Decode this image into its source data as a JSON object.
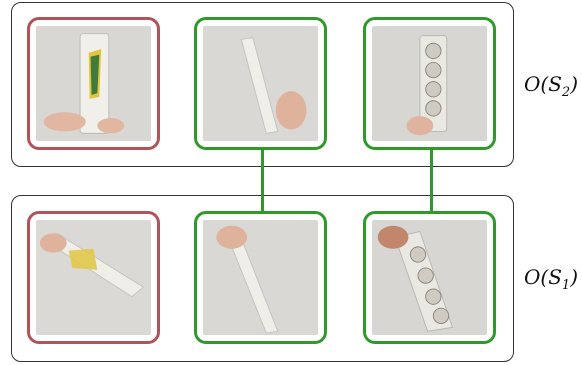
{
  "groups": [
    {
      "id": "top",
      "label_prefix": "O(S",
      "label_sub": "2",
      "label_suffix": ")",
      "tiles": [
        {
          "name": "top-left-photo",
          "frame": "red",
          "content": "hands-holding-power-strip-label"
        },
        {
          "name": "top-middle-photo",
          "frame": "green",
          "content": "hand-holding-power-strip-edge"
        },
        {
          "name": "top-right-photo",
          "frame": "green",
          "content": "hand-holding-power-strip-sockets"
        }
      ]
    },
    {
      "id": "bottom",
      "label_prefix": "O(S",
      "label_sub": "1",
      "label_suffix": ")",
      "tiles": [
        {
          "name": "bottom-left-photo",
          "frame": "red",
          "content": "hand-holding-power-strip-label-diagonal"
        },
        {
          "name": "bottom-middle-photo",
          "frame": "green",
          "content": "hand-holding-power-strip-edge-diagonal"
        },
        {
          "name": "bottom-right-photo",
          "frame": "green",
          "content": "hand-holding-power-strip-sockets-diagonal"
        }
      ]
    }
  ],
  "colors": {
    "red_frame": "#b0545a",
    "green_frame": "#2f9a2a",
    "group_border": "#333333"
  }
}
